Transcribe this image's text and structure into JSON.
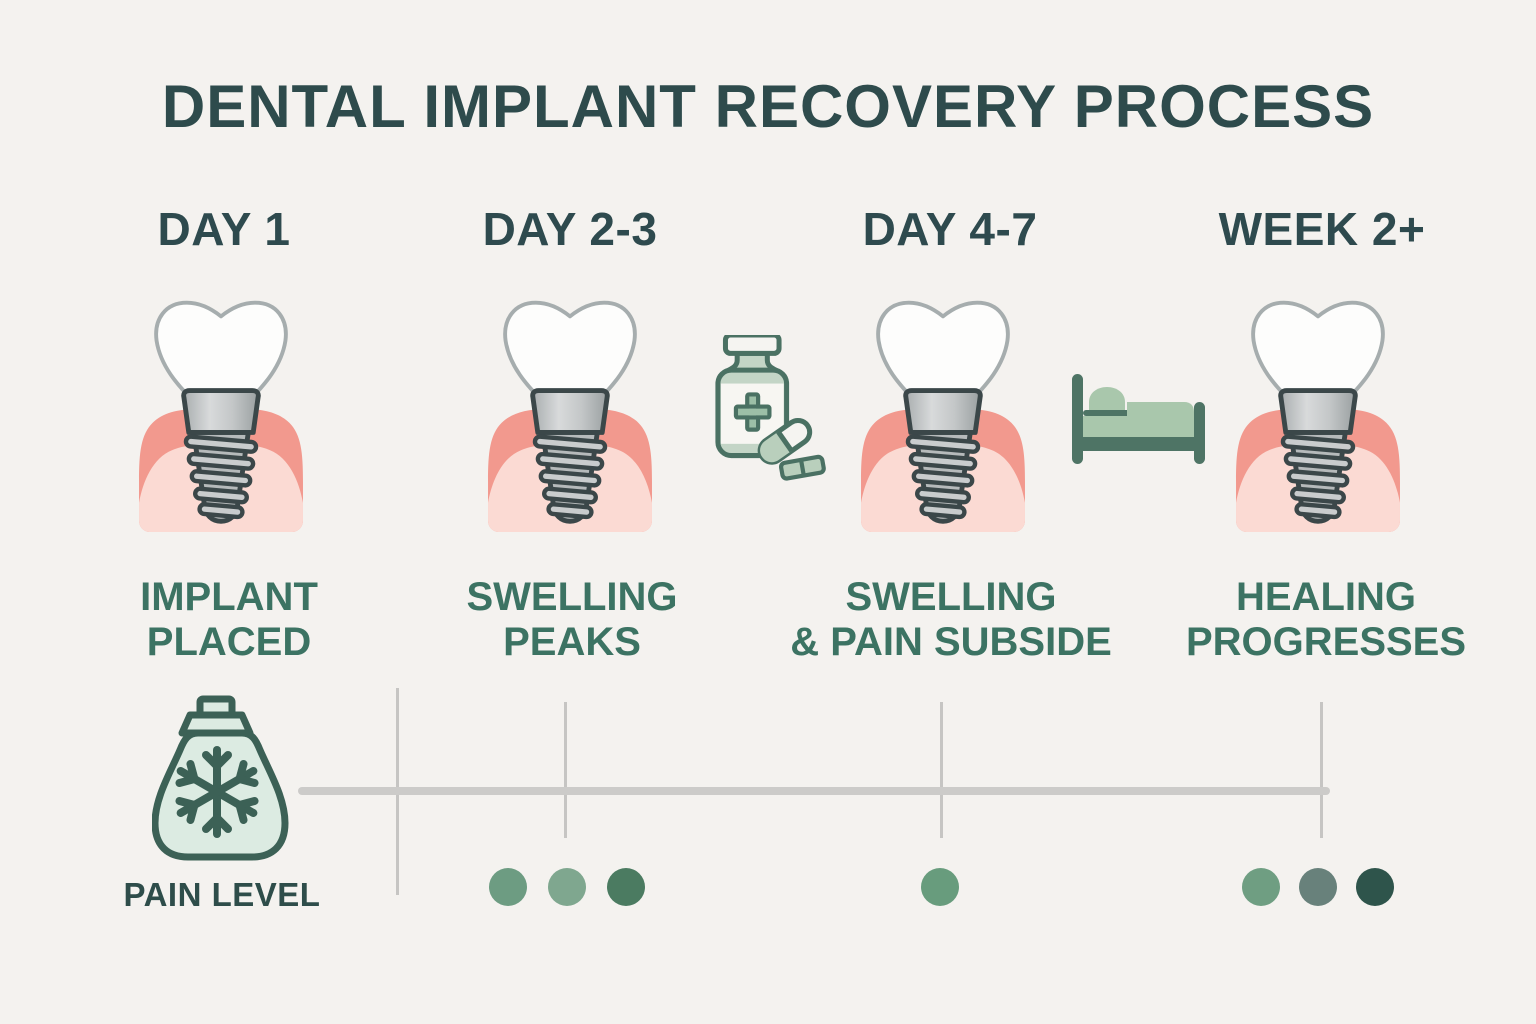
{
  "title": "DENTAL IMPLANT RECOVERY PROCESS",
  "stages": [
    {
      "label": "DAY 1",
      "caption": [
        "IMPLANT",
        "PLACED"
      ],
      "icon": "dental-implant-icon"
    },
    {
      "label": "DAY 2-3",
      "caption": [
        "SWELLING",
        "PEAKS"
      ],
      "icon": "dental-implant-icon"
    },
    {
      "label": "DAY 4-7",
      "caption": [
        "SWELLING",
        "& PAIN SUBSIDE"
      ],
      "icon": "dental-implant-icon"
    },
    {
      "label": "WEEK 2+",
      "caption": [
        "HEALING",
        "PROGRESSES"
      ],
      "icon": "dental-implant-icon"
    }
  ],
  "between_icons": [
    {
      "name": "medicine-bottle-icon",
      "position": "between DAY 2-3 and DAY 4-7"
    },
    {
      "name": "bed-rest-icon",
      "position": "between DAY 4-7 and WEEK 2+"
    }
  ],
  "pain_scale": {
    "label": "PAIN LEVEL",
    "icon": "ice-pack-icon",
    "dot_groups": [
      {
        "stage": "DAY 2-3",
        "dot_colors": [
          "#6d9c82",
          "#7fa78f",
          "#4b7b61"
        ]
      },
      {
        "stage": "DAY 4-7",
        "dot_colors": [
          "#689c7d"
        ]
      },
      {
        "stage": "WEEK 2+",
        "dot_colors": [
          "#6f9e82",
          "#68817b",
          "#2e544b"
        ]
      }
    ]
  },
  "colors": {
    "background": "#f4f2ef",
    "heading": "#2e4b4c",
    "caption_green": "#3c7363",
    "gum_outer": "#f2998e",
    "gum_inner": "#fbdad3",
    "metal_outline": "#3b4749",
    "icon_green_dark": "#4a7163",
    "icon_green_light": "#c3d5c6",
    "icepack_fill": "#dcebe2",
    "timeline_gray": "#cccbc9"
  }
}
